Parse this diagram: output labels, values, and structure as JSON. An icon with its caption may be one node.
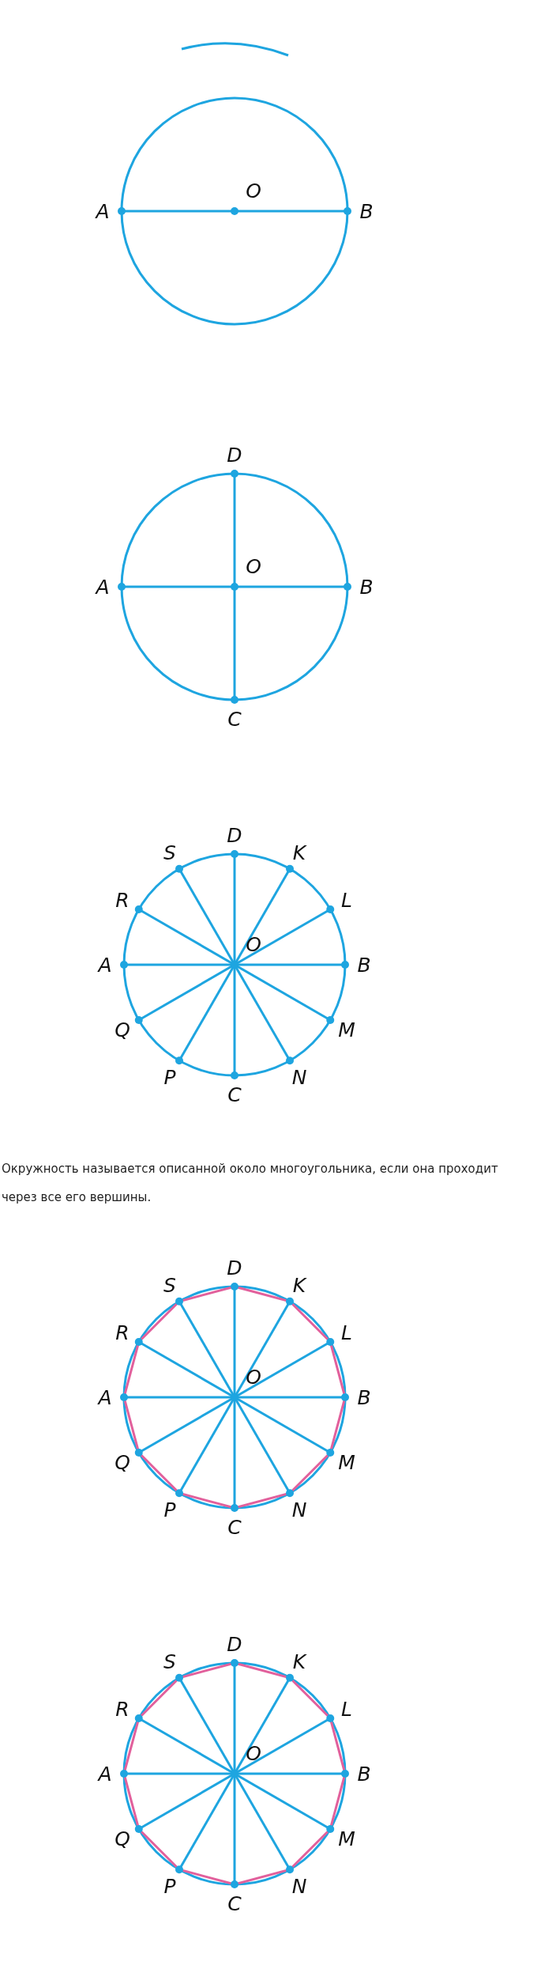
{
  "diagram": {
    "labels": [
      "A",
      "O",
      "B",
      "D",
      "A",
      "O",
      "B",
      "C",
      "S",
      "D",
      "K",
      "R",
      "L",
      "A",
      "O",
      "B",
      "Q",
      "P",
      "N",
      "M",
      "C",
      "Окружность называется описанной около многоугольника, если она проходит через все его вершины.",
      "S",
      "D",
      "K",
      "R",
      "L",
      "A",
      "O",
      "B",
      "Q",
      "P",
      "N",
      "M",
      "C",
      "S",
      "D",
      "K",
      "R",
      "L",
      "A",
      "O",
      "B",
      "Q",
      "P",
      "N",
      "M",
      "C"
    ]
  }
}
